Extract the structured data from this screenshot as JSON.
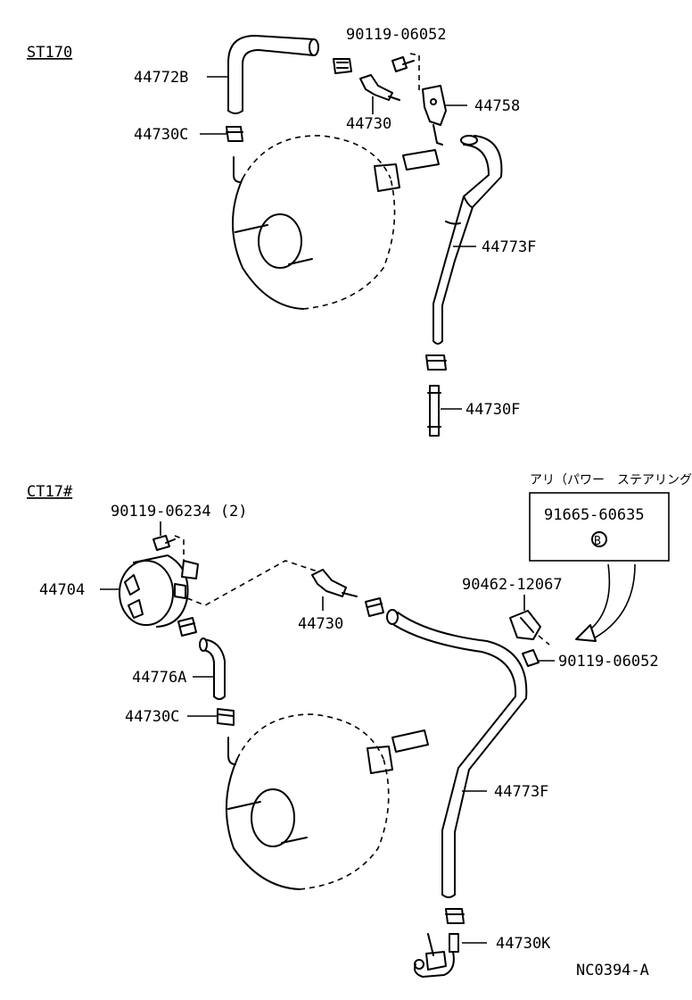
{
  "sections": {
    "top": {
      "heading": "ST170",
      "labels": {
        "screw": "90119-06052",
        "hose_short": "44772B",
        "union": "44730",
        "bracket": "44758",
        "clamp": "44730C",
        "hose_long": "44773F",
        "pipe": "44730F"
      }
    },
    "bottom": {
      "heading": "CT17#",
      "labels": {
        "screw_pair": "90119-06234 (2)",
        "pump": "44704",
        "union": "44730",
        "hose_short": "44776A",
        "clamp": "44730C",
        "clip": "90462-12067",
        "screw": "90119-06052",
        "hose_long": "44773F",
        "check_valve": "44730K"
      },
      "callout": {
        "note": "アリ（パワー　ステアリング）",
        "part": "91665-60635",
        "marker": "B"
      }
    }
  },
  "diagram_code": "NC0394-A"
}
